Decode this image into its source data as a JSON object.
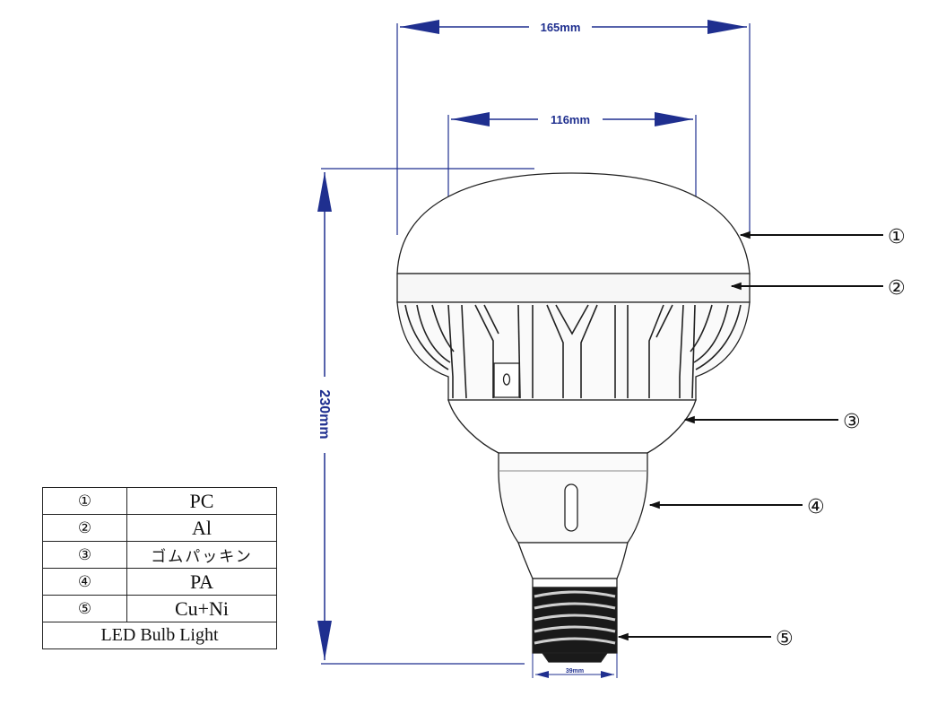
{
  "dimensions": {
    "outer_width": "165mm",
    "inner_width": "116mm",
    "height": "230mm",
    "base_width": "39mm"
  },
  "callouts": [
    "①",
    "②",
    "③",
    "④",
    "⑤"
  ],
  "legend": {
    "rows": [
      {
        "num": "①",
        "material": "PC"
      },
      {
        "num": "②",
        "material": "Al"
      },
      {
        "num": "③",
        "material": "ゴムパッキン"
      },
      {
        "num": "④",
        "material": "PA"
      },
      {
        "num": "⑤",
        "material": "Cu+Ni"
      }
    ],
    "caption": "LED Bulb Light"
  },
  "colors": {
    "dimension_line": "#1f2f8f",
    "outline": "#222222"
  }
}
